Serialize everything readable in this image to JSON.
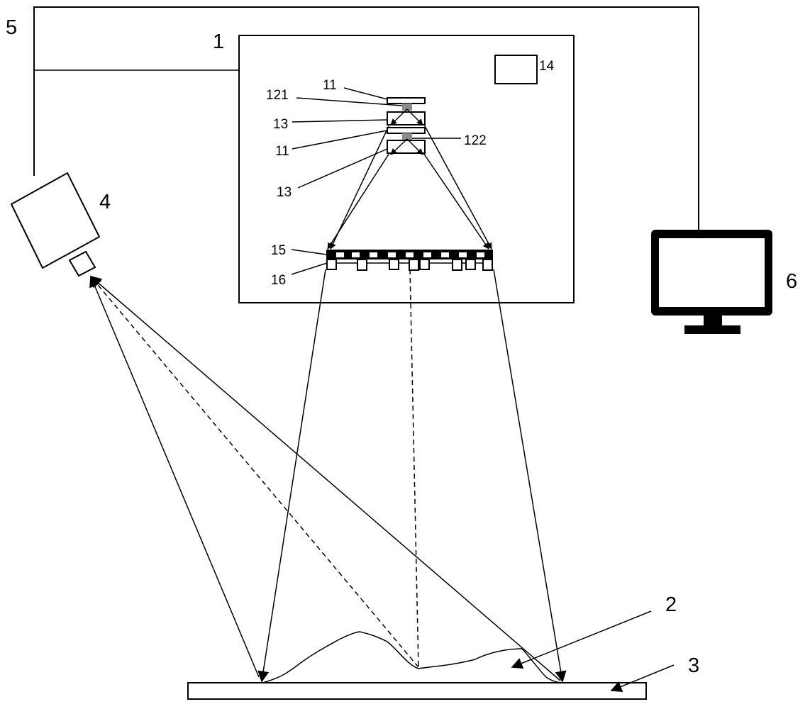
{
  "labels": {
    "system": "1",
    "object": "2",
    "stage": "3",
    "camera": "4",
    "cable": "5",
    "monitor": "6",
    "light_source_top": "11",
    "light_source_bottom": "11",
    "led_first": "121",
    "led_second": "122",
    "lens_top": "13",
    "lens_bottom": "13",
    "controller": "14",
    "mask_layer": "15",
    "grating_layer": "16"
  },
  "colors": {
    "line": "#000000",
    "background": "#ffffff",
    "emitter": "#8c8c8c"
  }
}
